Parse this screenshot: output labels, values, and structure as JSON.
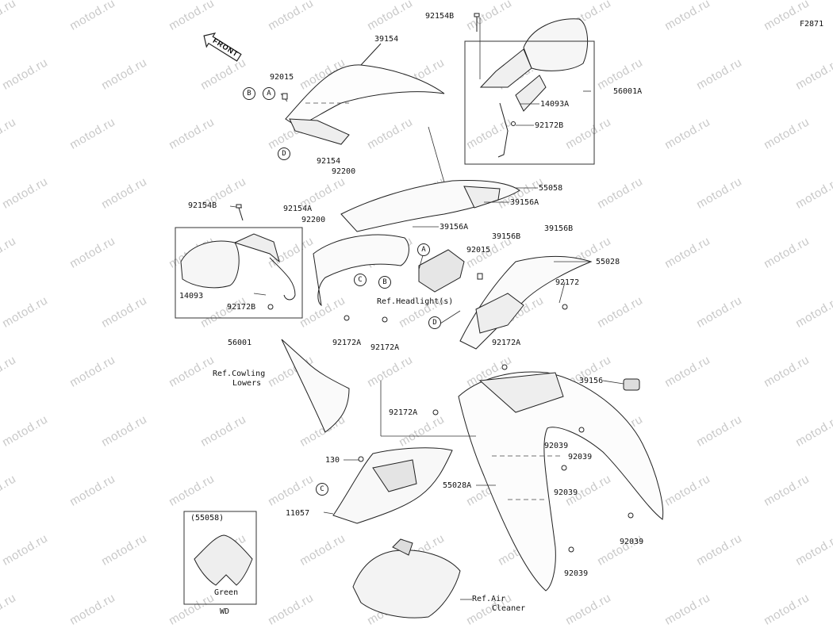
{
  "diagram_code": "F2871",
  "front_label": "FRONT",
  "watermark": "motod.ru",
  "callouts": {
    "A": "A",
    "B": "B",
    "C": "C",
    "D": "D"
  },
  "labels": {
    "l39154": "39154",
    "l92015_top": "92015",
    "l92154B_top": "92154B",
    "l56001A": "56001A",
    "l14093A": "14093A",
    "l92172B_right": "92172B",
    "l92154": "92154",
    "l92200_a": "92200",
    "l92154A": "92154A",
    "l92200_b": "92200",
    "l55058": "55058",
    "l39156A_a": "39156A",
    "l39156A_b": "39156A",
    "l92154B_left": "92154B",
    "l14093": "14093",
    "l92172B_left": "92172B",
    "l56001": "56001",
    "l39156B_a": "39156B",
    "l39156B_b": "39156B",
    "l55028": "55028",
    "l92015_mid": "92015",
    "l92172": "92172",
    "l92172A_a": "92172A",
    "l92172A_b": "92172A",
    "l92172A_c": "92172A",
    "l92172A_d": "92172A",
    "l39156": "39156",
    "l92039_a": "92039",
    "l92039_b": "92039",
    "l92039_c": "92039",
    "l92039_d": "92039",
    "l92039_e": "92039",
    "l130": "130",
    "l55028A": "55028A",
    "l11057": "11057",
    "l55058_paren": "(55058)",
    "l_green": "Green",
    "l_wd": "WD"
  },
  "refs": {
    "headlights": "Ref.Headlight(s)",
    "cowling_lowers_1": "Ref.Cowling",
    "cowling_lowers_2": "Lowers",
    "air_cleaner_1": "Ref.Air",
    "air_cleaner_2": "Cleaner"
  }
}
